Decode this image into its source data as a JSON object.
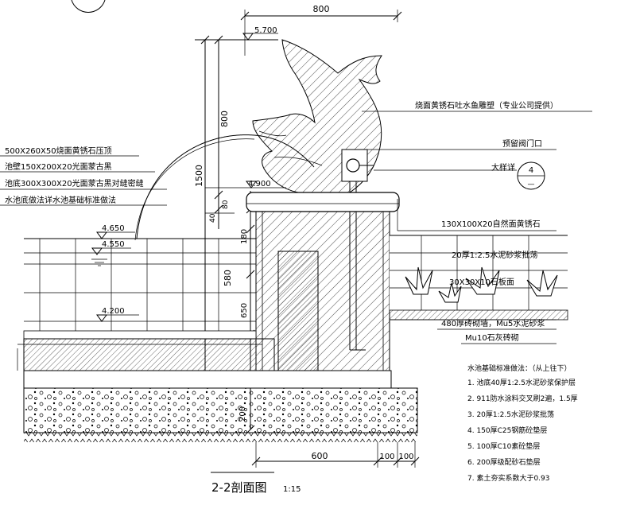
{
  "top_dimension": "800",
  "elevations": {
    "e5700": "5.700",
    "e4900": "4.900",
    "e4650": "4.650",
    "e4550": "4.550",
    "e4200": "4.200"
  },
  "vertical_dimensions": {
    "d1500": "1500",
    "d800": "800",
    "d80": "80",
    "d40": "40",
    "d180": "180",
    "d580": "580",
    "d650": "650",
    "d200": "200"
  },
  "bottom_dimensions": {
    "d600": "600",
    "d100a": "100",
    "d100b": "100"
  },
  "left_notes": [
    "500X260X50烧面黄锈石压顶",
    "池壁150X200X20光面蒙古黑",
    "池底300X300X20光面蒙古黑对缝密缝",
    "水池底做法详水池基础标准做法"
  ],
  "right_labels": {
    "sculpture": "烧面黄锈石吐水鱼雕塑（专业公司提供）",
    "valve": "预留阀门口",
    "detail": "大样详",
    "detail_number": "4",
    "detail_sheet": "—",
    "coping": "130X100X20自然面黄锈石",
    "mortar": "20厚1:2.5水泥砂浆批荡",
    "finish": "30X30X10石板面",
    "wall": "480厚砖砌墙，Mu5水泥砂浆",
    "base": "Mu10石灰砖砌"
  },
  "foundation_notes": {
    "title": "水池基础标准做法：（从上往下）",
    "items": [
      "1. 池底40厚1:2.5水泥砂浆保护层",
      "2. 911防水涂料交叉刷2遍，1.5厚",
      "3. 20厚1:2.5水泥砂浆批荡",
      "4. 150厚C25钢筋砼垫层",
      "5. 100厚C10素砼垫层",
      "6. 200厚级配砂石垫层",
      "7. 素土夯实系数大于0.93"
    ]
  },
  "drawing_title": "2-2剖面图",
  "drawing_scale": "1:15"
}
